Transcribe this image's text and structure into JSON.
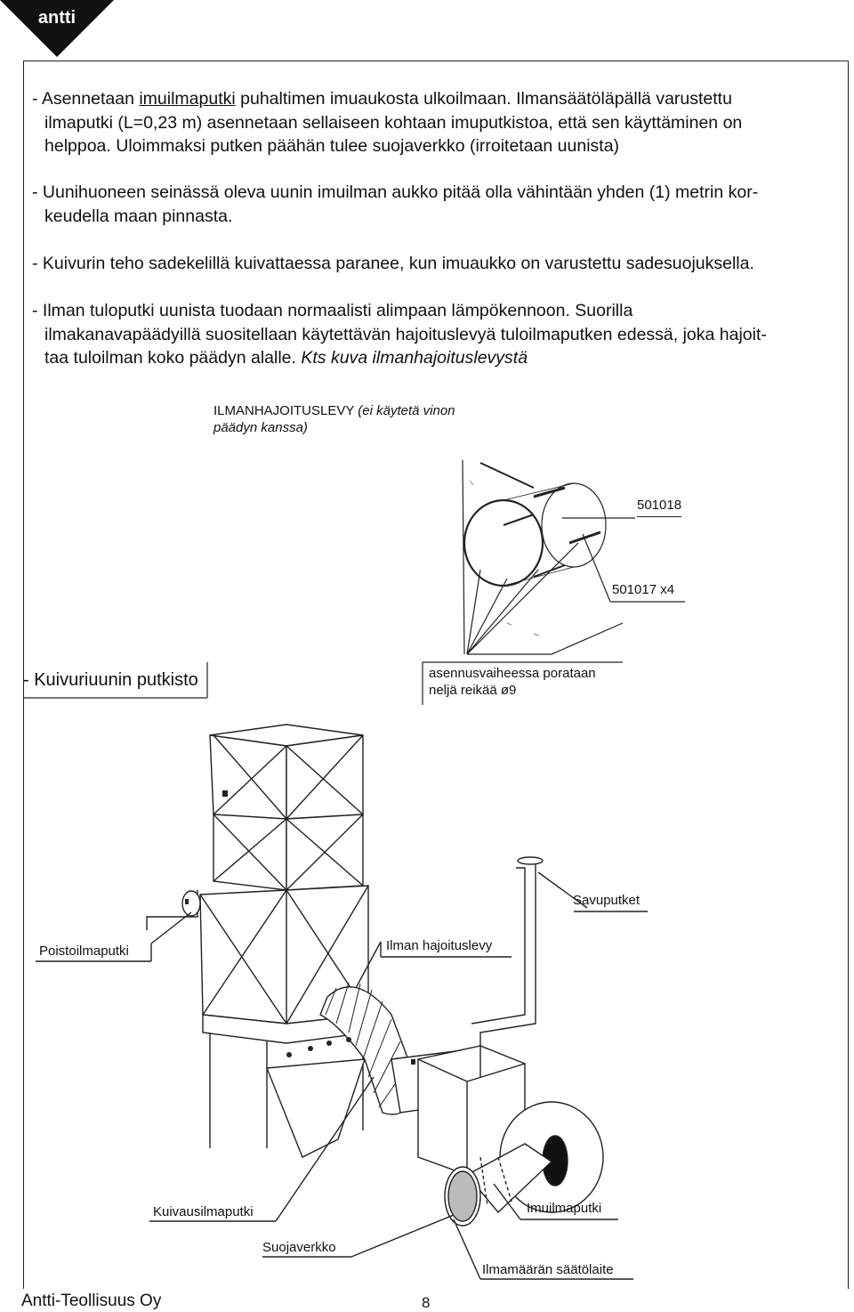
{
  "logo": {
    "text": "antti"
  },
  "paragraphs": {
    "p1": {
      "prefix": "- Asennetaan ",
      "link": "imuilmaputki",
      "rest": " puhaltimen imuaukosta ulkoilmaan. Ilmansäätöläpällä varustettu",
      "line2": "ilmaputki (L=0,23 m) asennetaan sellaiseen kohtaan imuputkistoa, että sen käyttäminen on",
      "line3": "helppoa. Uloimmaksi putken päähän tulee suojaverkko (irroitetaan uunista)"
    },
    "p2": {
      "line1": "- Uunihuoneen seinässä oleva uunin imuilman aukko pitää olla vähintään yhden (1) metrin kor-",
      "line2": "keudella maan pinnasta."
    },
    "p3": {
      "line1": "- Kuivurin teho sadekelillä kuivattaessa paranee, kun imuaukko on varustettu sadesuojuksella."
    },
    "p4": {
      "line1": "- Ilman tuloputki uunista tuodaan normaalisti alimpaan lämpökennoon. Suorilla",
      "line2": "ilmakanavapäädyillä suositellaan käytettävän hajoituslevyä tuloilmaputken edessä, joka hajoit-",
      "line3": "taa tuloilman koko päädyn alalle. ",
      "italic": "Kts kuva ilmanhajoituslevystä"
    }
  },
  "figure1": {
    "title_main": "ILMANHAJOITUSLEVY ",
    "title_italic_1": "(ei käytetä vinon",
    "title_italic_2": "päädyn  kanssa)",
    "part_a": "501018",
    "part_b": "501017  x4",
    "note_1": "asennusvaiheessa  porataan",
    "note_2": "neljä  reikää  ø9"
  },
  "section_heading": "- Kuivuriuunin putkisto",
  "figure2": {
    "labels": {
      "savuputket": "Savuputket",
      "poistoilmaputki": "Poistoilmaputki",
      "ilman_hajoituslevy": "Ilman  hajoituslevy",
      "kuivausilmaputki": "Kuivausilmaputki",
      "suojaverkko": "Suojaverkko",
      "imuilmaputki": "Imuilmaputki",
      "ilmamaaran_saatolaite": "Ilmamäärän  säätölaite"
    }
  },
  "footer": {
    "company": "Antti-Teollisuus Oy",
    "page_number": "8"
  }
}
